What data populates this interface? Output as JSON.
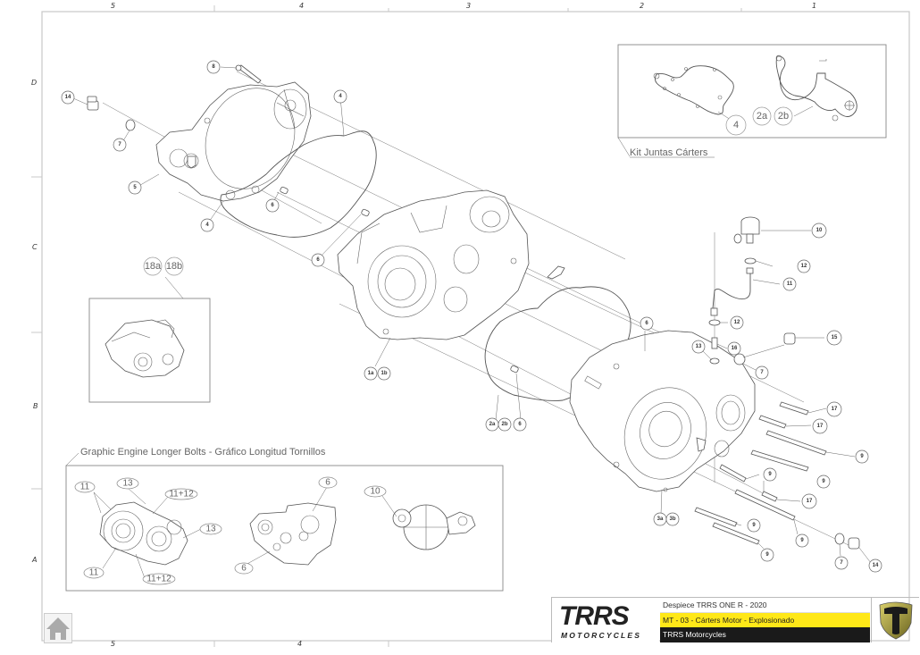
{
  "sheet": {
    "column_zones": [
      "5",
      "4",
      "3",
      "2",
      "1"
    ],
    "row_zones": [
      "D",
      "C",
      "B",
      "A"
    ],
    "bottom_zones": [
      "5",
      "4"
    ]
  },
  "kit_box": {
    "caption": "Kit Juntas Cárters",
    "callouts": [
      "4",
      "2a",
      "2b"
    ]
  },
  "assembly_box": {
    "callouts": [
      "18a",
      "18b"
    ]
  },
  "bolts_box": {
    "caption": "Graphic Engine Longer Bolts - Gráfico Longitud Tornillos",
    "callouts_view1": [
      "11",
      "13",
      "11+12",
      "13",
      "11",
      "11+12"
    ],
    "callouts_view2": [
      "6",
      "6"
    ],
    "callouts_view3": [
      "10"
    ]
  },
  "main_callouts": {
    "c8": "8",
    "c14a": "14",
    "c7a": "7",
    "c5": "5",
    "c4a": "4",
    "c4b": "4",
    "c6a": "6",
    "c6b": "6",
    "c1a": "1a",
    "c1b": "1b",
    "c2a": "2a",
    "c2b": "2b",
    "c6c": "6",
    "c10": "10",
    "c12a": "12",
    "c11": "11",
    "c12b": "12",
    "c6d": "6",
    "c13": "13",
    "c16": "16",
    "c15": "15",
    "c7b": "7",
    "c17a": "17",
    "c17b": "17",
    "c9a": "9",
    "c9b": "9",
    "c9c": "9",
    "c17c": "17",
    "c9d": "9",
    "c9e": "9",
    "c9f": "9",
    "c3a": "3a",
    "c3b": "3b",
    "c7c": "7",
    "c14b": "14"
  },
  "title_block": {
    "brand": "TRRS",
    "brand_sub": "MOTORCYCLES",
    "line1": "Despiece TRRS ONE R - 2020",
    "line2": "MT - 03 - Cárters Motor - Explosionado",
    "line3": "TRRS Motorcycles",
    "accent_yellow": "#ffe818",
    "dark": "#1a1a1a"
  },
  "nav": {
    "home_icon": "home-icon"
  }
}
